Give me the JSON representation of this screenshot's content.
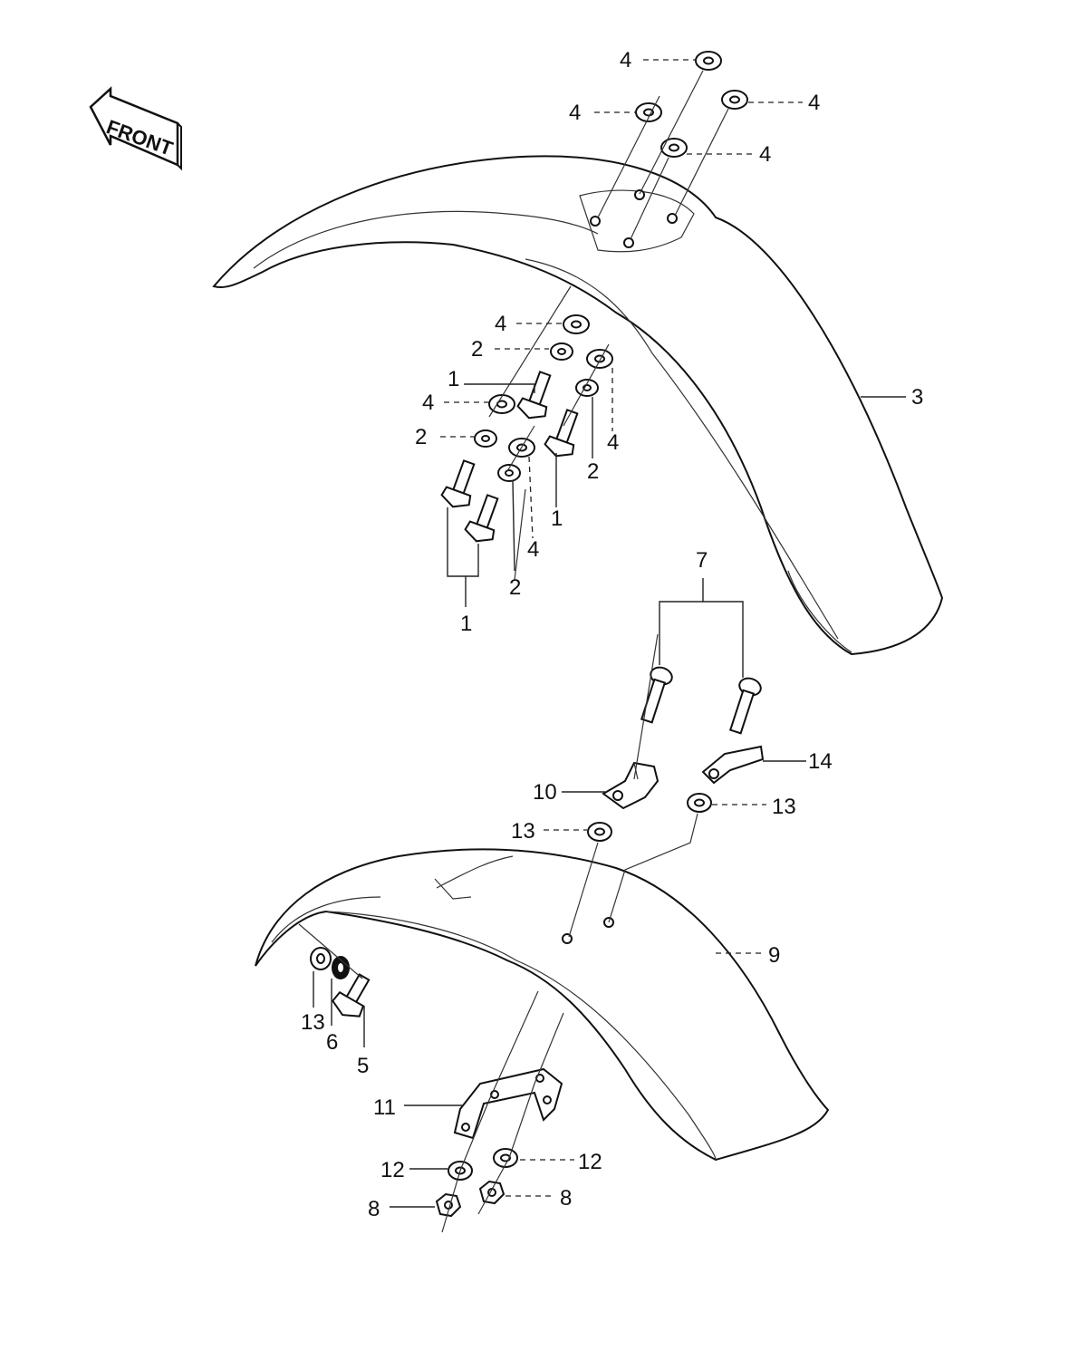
{
  "front_label": "FRONT",
  "callouts": [
    "1",
    "2",
    "3",
    "4",
    "5",
    "6",
    "7",
    "8",
    "9",
    "10",
    "11",
    "12",
    "13",
    "14"
  ]
}
